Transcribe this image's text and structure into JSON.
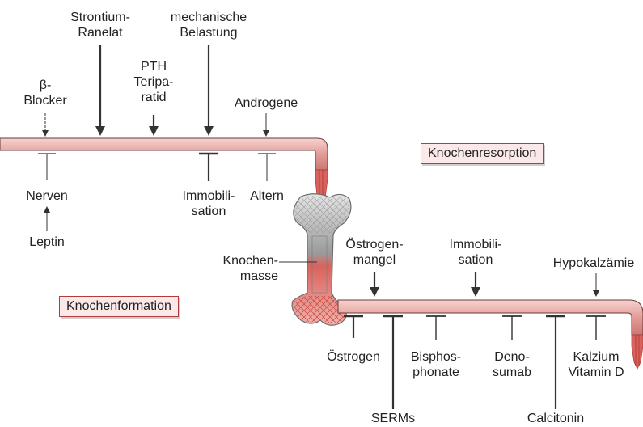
{
  "formation_box": "Knochenformation",
  "resorption_box": "Knochenresorption",
  "bone_label": [
    "Knochen-",
    "masse"
  ],
  "upper_pipe": {
    "stimulators": [
      {
        "id": "beta-blocker",
        "lines": [
          "β-",
          "Blocker"
        ],
        "arrow": "dashed"
      },
      {
        "id": "strontium-ranelat",
        "lines": [
          "Strontium-",
          "Ranelat"
        ],
        "arrow": "thick"
      },
      {
        "id": "pth-teriparatid",
        "lines": [
          "PTH",
          "Teripa-",
          "ratid"
        ],
        "arrow": "thick"
      },
      {
        "id": "mechanische-belastung",
        "lines": [
          "mechanische",
          "Belastung"
        ],
        "arrow": "thick"
      },
      {
        "id": "androgene",
        "lines": [
          "Androgene"
        ],
        "arrow": "thin"
      }
    ],
    "inhibitors": [
      {
        "id": "nerven",
        "lines": [
          "Nerven"
        ]
      },
      {
        "id": "immobilisation",
        "lines": [
          "Immobili-",
          "sation"
        ]
      },
      {
        "id": "altern",
        "lines": [
          "Altern"
        ]
      }
    ],
    "leptin": "Leptin"
  },
  "lower_pipe": {
    "stimulators": [
      {
        "id": "oestrogenmangel",
        "lines": [
          "Östrogen-",
          "mangel"
        ]
      },
      {
        "id": "immobilisation-2",
        "lines": [
          "Immobili-",
          "sation"
        ]
      },
      {
        "id": "hypokalzaemie",
        "lines": [
          "Hypokalzämie"
        ]
      }
    ],
    "inhibitors": [
      {
        "id": "oestrogen",
        "lines": [
          "Östrogen"
        ]
      },
      {
        "id": "serms",
        "lines": [
          "SERMs"
        ]
      },
      {
        "id": "bisphosphonate",
        "lines": [
          "Bisphos-",
          "phonate"
        ]
      },
      {
        "id": "denosumab",
        "lines": [
          "Deno-",
          "sumab"
        ]
      },
      {
        "id": "calcitonin",
        "lines": [
          "Calcitonin"
        ]
      },
      {
        "id": "kalzium-vitamin-d",
        "lines": [
          "Kalzium",
          "Vitamin D"
        ]
      }
    ]
  },
  "colors": {
    "pipe": "#e8a7a3",
    "pipe_edge": "#6b3a3a",
    "accent": "#c0392b",
    "bone_gray": "#8d8d8d"
  }
}
